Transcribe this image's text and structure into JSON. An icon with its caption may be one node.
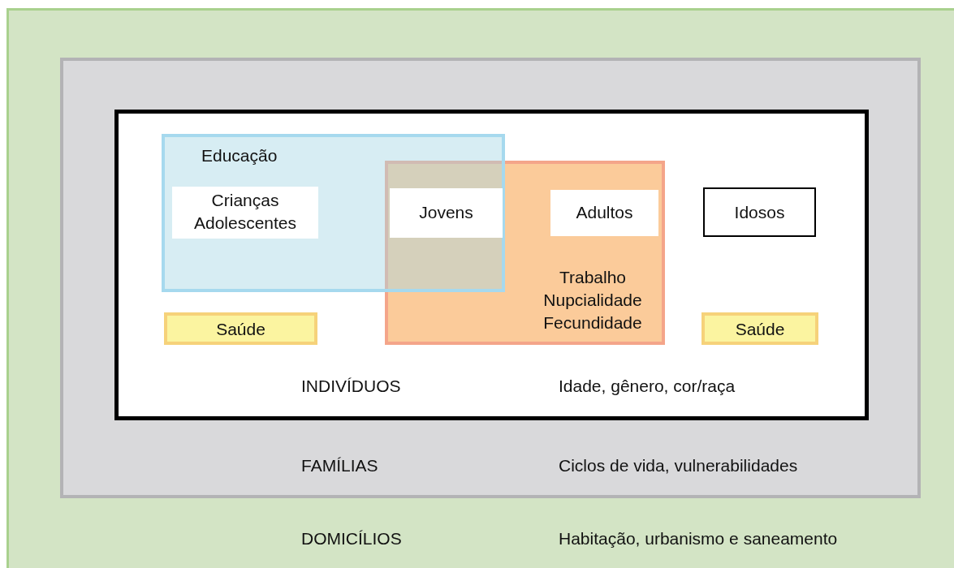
{
  "diagram": {
    "nodes": [
      {
        "text": [
          "DOMICÍLIOS",
          "Habitação, urbanismo e saneamento"
        ]
      },
      {
        "text": [
          "FAMÍLIAS",
          "Ciclos de vida, vulnerabilidades"
        ],
        "in": 0
      },
      {
        "text": [
          "INDIVÍDUOS",
          "Idade, gênero, cor/raça"
        ],
        "in": 1
      },
      {
        "text": [
          "Educação"
        ],
        "in": 2
      },
      {
        "text": [
          "Crianças Adolescentes"
        ],
        "in": 3
      },
      {
        "text": [
          "Trabalho Nupcialidade Fecundidade"
        ],
        "in": 2
      },
      {
        "text": [
          "Jovens"
        ]
      },
      {
        "text": [
          "Adultos"
        ],
        "in": 5
      },
      {
        "text": [
          "Idosos"
        ],
        "in": 2
      },
      {
        "text": [
          "Saúde"
        ],
        "in": 2
      },
      {
        "text": [
          "Saúde"
        ],
        "in": 2
      }
    ]
  }
}
